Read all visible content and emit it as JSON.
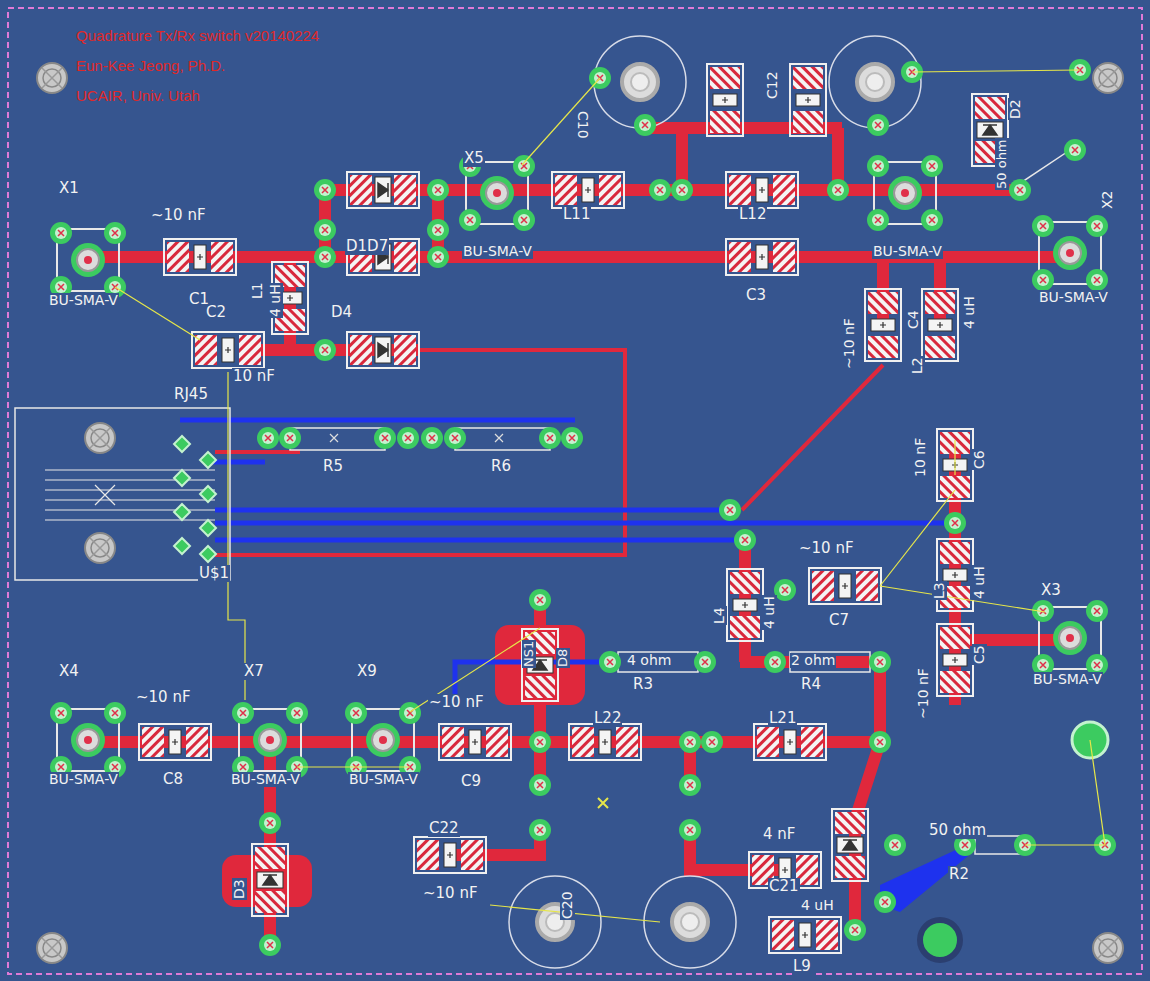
{
  "diagram": {
    "title": "Quadrature Tx/Rx switch v20140224",
    "labels": [
      "Eun-Kee Jeong, Ph.D.",
      "UCAIR, Univ. Utah",
      "X1",
      "BU-SMA-V",
      "~10 nF",
      "C1",
      "C2",
      "10 nF",
      "4 uH",
      "L1",
      "D4",
      "D1D7",
      "X5",
      "BU-SMA-V",
      "L11",
      "C10",
      "C12",
      "L12",
      "C3",
      "D2",
      "50 ohm",
      "X2",
      "BU-SMA-V",
      "BU-SMA-V",
      "~10 nF",
      "C4",
      "L2",
      "4 uH",
      "RJ45",
      "R5",
      "R6",
      "U$1",
      "C6",
      "10 nF",
      "L3",
      "4 uH",
      "~10 nF",
      "C7",
      "L4",
      "4 uH",
      "X3",
      "C5",
      "~10 nF",
      "BU-SMA-V",
      "NS1",
      "D8",
      "4 ohm",
      "R3",
      "2 ohm",
      "R4",
      "X4",
      "~10 nF",
      "C8",
      "BU-SMA-V",
      "X7",
      "BU-SMA-V",
      "X9",
      "BU-SMA-V",
      "~10 nF",
      "C9",
      "L22",
      "L21",
      "C22",
      "~10 nF",
      "C20",
      "4 nF",
      "C21",
      "4 uH",
      "L9",
      "D3",
      "50 ohm",
      "R2"
    ]
  }
}
